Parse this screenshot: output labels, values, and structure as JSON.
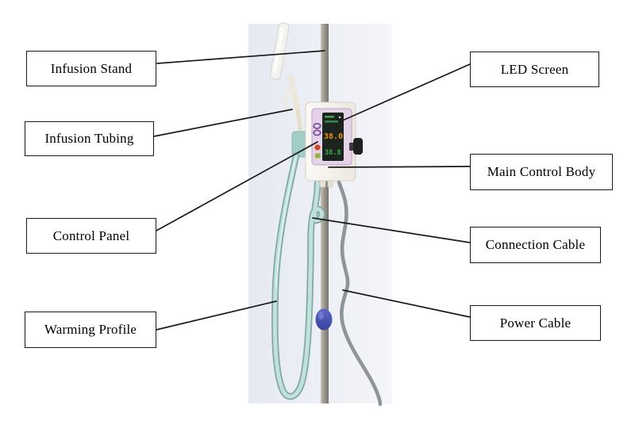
{
  "labels": [
    {
      "id": "infusion-stand",
      "text": "Infusion Stand"
    },
    {
      "id": "infusion-tubing",
      "text": "Infusion Tubing"
    },
    {
      "id": "control-panel",
      "text": "Control Panel"
    },
    {
      "id": "warming-profile",
      "text": "Warming Profile"
    },
    {
      "id": "led-screen",
      "text": "LED Screen"
    },
    {
      "id": "main-control-body",
      "text": "Main Control Body"
    },
    {
      "id": "connection-cable",
      "text": "Connection Cable"
    },
    {
      "id": "power-cable",
      "text": "Power Cable"
    }
  ],
  "device": {
    "screen": {
      "main_reading": "38.0",
      "main_color": "#e8920f",
      "sub_reading": "38.8",
      "sub_color": "#35b04a",
      "top_rows_color": "#3f9c55",
      "background": "#1d241f"
    }
  },
  "colors": {
    "leader_line": "#1a1a1a",
    "box_border": "#1a1a1a",
    "photo_bg_left": "#e6e9f1",
    "photo_bg_right": "#f4f5f9",
    "pole_metal": "#9a978e",
    "warming_tube": "#c2e0dc",
    "warming_tube_edge": "#7fa9a4",
    "power_cable": "#979d9d",
    "clamp_blue": "#4a54b2",
    "device_body": "#f7f4ef",
    "panel_pink": "#e4d3e8",
    "knob_black": "#1f1f1f",
    "connector_teal": "#a3cdc7",
    "button_red": "#cc4a1e",
    "button_green": "#9ab53c",
    "button_purple": "#7a4fa0"
  }
}
